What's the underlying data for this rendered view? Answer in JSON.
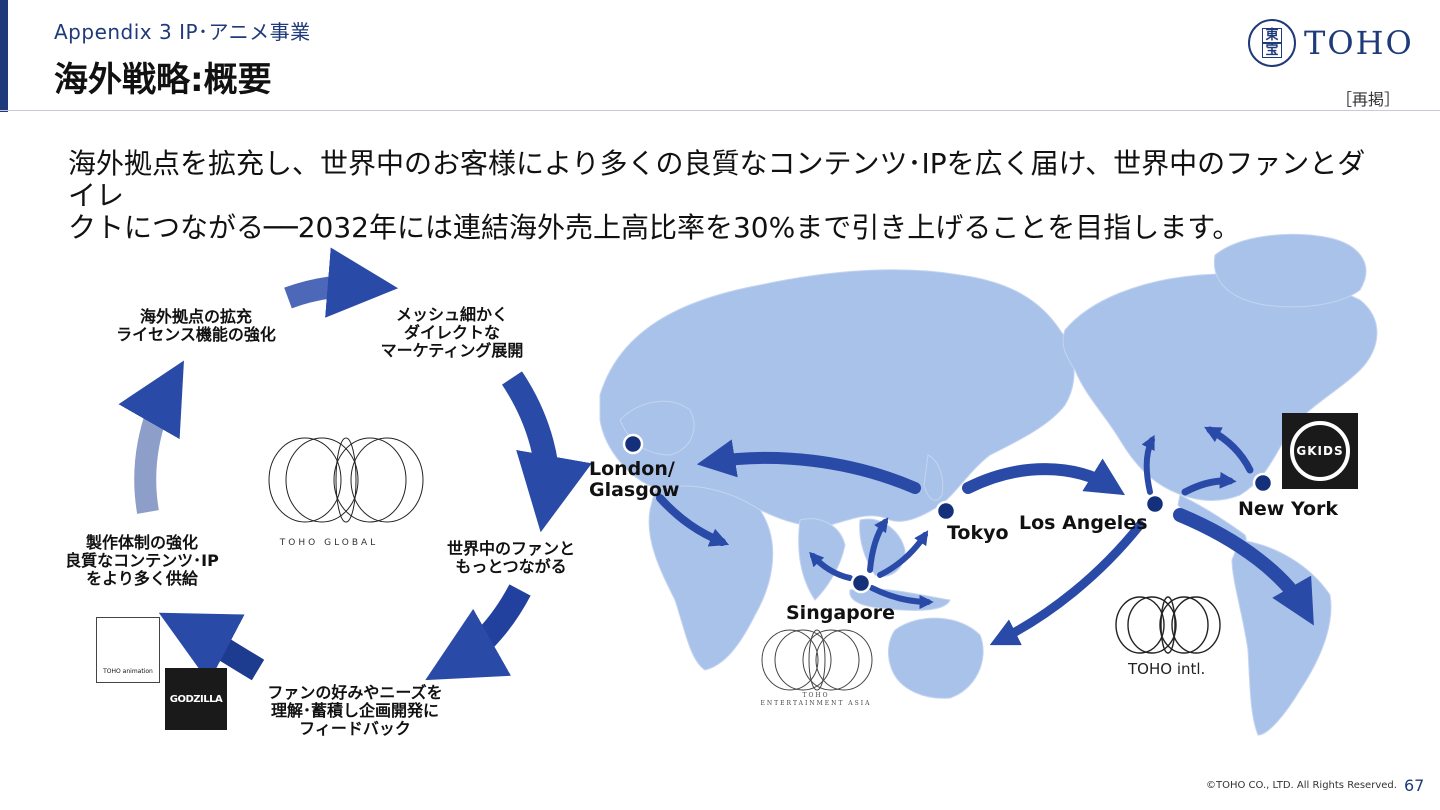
{
  "header": {
    "pretitle": "Appendix 3 IP･アニメ事業",
    "title": "海外戦略:概要",
    "repost": "［再掲］",
    "logo_seal_top": "東",
    "logo_seal_bottom": "宝",
    "logo_text": "TOHO"
  },
  "lead": {
    "line1": "海外拠点を拡充し、世界中のお客様により多くの良質なコンテンツ･IPを広く届け、世界中のファンとダイレ",
    "line2": "クトにつながる──2032年には連結海外売上高比率を30%まで引き上げることを目指します。"
  },
  "cycle": {
    "step_top_left": [
      "海外拠点の拡充",
      "ライセンス機能の強化"
    ],
    "step_top_right": [
      "メッシュ細かく",
      "ダイレクトな",
      "マーケティング展開"
    ],
    "step_right": [
      "世界中のファンと",
      "もっとつながる"
    ],
    "step_bottom": [
      "ファンの好みやニーズを",
      "理解･蓄積し企画開発に",
      "フィードバック"
    ],
    "step_left": [
      "製作体制の強化",
      "良質なコンテンツ･IP",
      "をより多く供給"
    ],
    "center_logo_caption": "TOHO GLOBAL",
    "animation_logo_text": "TOHO animation",
    "godzilla_logo_text": "GODZILLA"
  },
  "map": {
    "cities": {
      "london": [
        "London/",
        "Glasgow"
      ],
      "tokyo": "Tokyo",
      "los_angeles": "Los Angeles",
      "new_york": "New York",
      "singapore": "Singapore"
    },
    "gkids_logo_text": "GKIDS",
    "toho_intl_caption": "TOHO intl.",
    "asia_caption_1": "TOHO",
    "asia_caption_2": "ENTERTAINMENT ASIA"
  },
  "footer": {
    "copyright": "©TOHO CO., LTD. All Rights Reserved.",
    "page": "67"
  },
  "colors": {
    "brand": "#1f3a7a",
    "arrow": "#2a4aa8",
    "map_land": "#a9c2ea",
    "city_dot": "#14307a"
  }
}
